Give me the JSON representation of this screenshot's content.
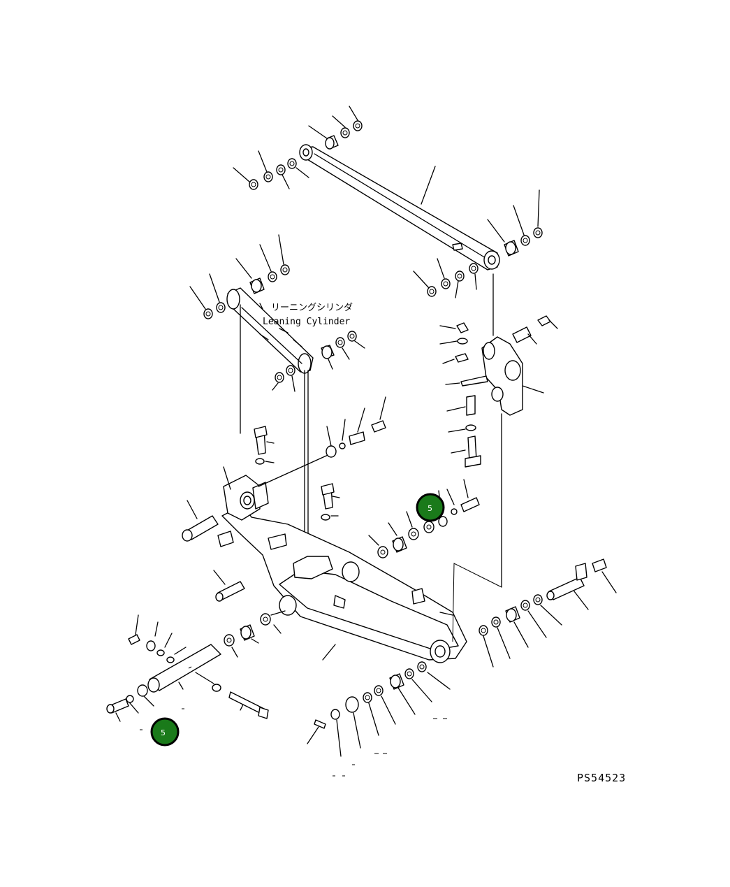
{
  "diagram": {
    "label_jp": "リーニングシリンダ",
    "label_en": "Leaning Cylinder",
    "drawing_code": "PS54523",
    "callouts": [
      {
        "number": "5",
        "color": "#1a7a1a"
      },
      {
        "number": "5",
        "color": "#1a7a1a"
      }
    ]
  }
}
